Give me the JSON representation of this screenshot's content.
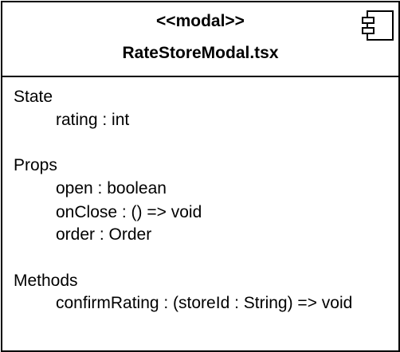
{
  "component": {
    "stereotype": "<<modal>>",
    "name": "RateStoreModal.tsx",
    "icon": "uml-component-icon"
  },
  "sections": {
    "state": {
      "title": "State",
      "members": [
        "rating : int"
      ]
    },
    "props": {
      "title": "Props",
      "members": [
        "open : boolean",
        "onClose : () => void",
        "order : Order"
      ]
    },
    "methods": {
      "title": "Methods",
      "members": [
        "confirmRating : (storeId : String) => void"
      ]
    }
  }
}
